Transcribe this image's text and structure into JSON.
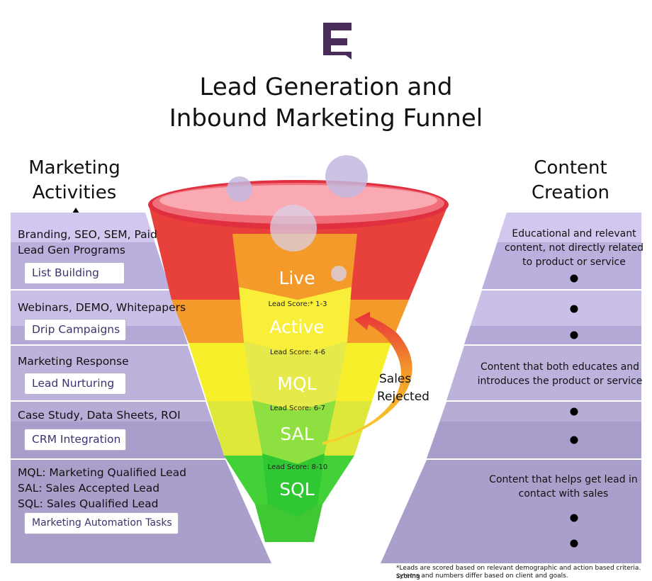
{
  "title": {
    "line1": "Lead Generation and",
    "line2": "Inbound Marketing Funnel"
  },
  "left_header": {
    "line1": "Marketing",
    "line2": "Activities"
  },
  "right_header": {
    "line1": "Content",
    "line2": "Creation"
  },
  "left_sections": [
    {
      "lines": [
        "Branding, SEO, SEM, Paid",
        "Lead Gen Programs"
      ],
      "button": "List Building"
    },
    {
      "lines": [
        "Webinars, DEMO, Whitepapers"
      ],
      "button": "Drip Campaigns"
    },
    {
      "lines": [
        "Marketing Response"
      ],
      "button": "Lead Nurturing"
    },
    {
      "lines": [
        "Case Study, Data Sheets, ROI"
      ],
      "button": "CRM Integration"
    },
    {
      "lines": [
        "MQL: Marketing Qualified Lead",
        "SAL: Sales Accepted Lead",
        "SQL: Sales Qualified Lead"
      ],
      "button": "Marketing Automation Tasks"
    }
  ],
  "right_sections": [
    {
      "lines": [
        "Educational and relevant",
        "content, not directly related",
        "to product or service"
      ]
    },
    {
      "lines": [
        "Content that both educates and",
        "introduces the product or service"
      ]
    },
    {
      "lines": [
        "Content that helps get lead in",
        "contact with sales"
      ]
    }
  ],
  "stages": [
    "Live",
    "Active",
    "MQL",
    "SAL",
    "SQL"
  ],
  "scores": [
    "Lead Score:* 1-3",
    "Lead Score: 4-6",
    "Lead Score: 6-7",
    "Lead Score: 8-10"
  ],
  "sales_rejected": {
    "line1": "Sales",
    "line2": "Rejected"
  },
  "footnote": {
    "line1": "*Leads are scored based on relevant demographic and action based criteria. Scoring",
    "line2": "sytems and numbers differ based on client and goals."
  },
  "colors": {
    "red": "#e8403a",
    "orange": "#f39a2a",
    "yellow": "#f7ef2a",
    "green": "#43d13a",
    "purple_panel": "#a79bc8",
    "logo": "#4a2c5a"
  }
}
